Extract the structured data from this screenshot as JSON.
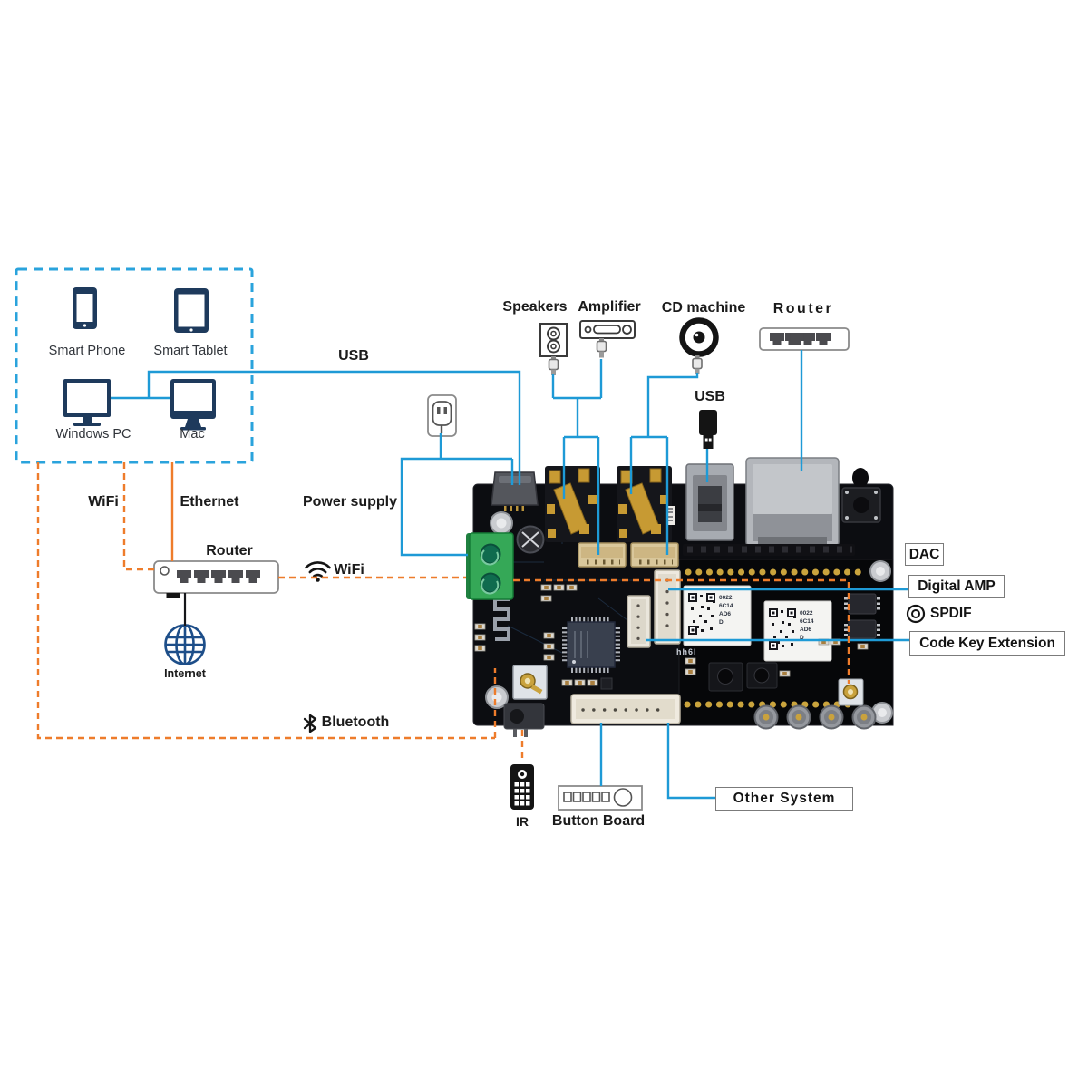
{
  "colors": {
    "blue": "#1e9ad6",
    "orange": "#ee7c2b",
    "boxblue": "#2aa3dc",
    "navy": "#1e3a5c",
    "globe": "#1d4e89"
  },
  "device_box": {
    "smart_phone": "Smart Phone",
    "smart_tablet": "Smart Tablet",
    "windows_pc": "Windows PC",
    "mac": "Mac"
  },
  "connections": {
    "usb_top": "USB",
    "usb_right": "USB",
    "wifi_left": "WiFi",
    "wifi_mid": "WiFi",
    "ethernet": "Ethernet",
    "power_supply": "Power supply",
    "bluetooth": "Bluetooth"
  },
  "peripherals": {
    "speakers": "Speakers",
    "amplifier": "Amplifier",
    "cd_machine": "CD machine",
    "router_top": "Router",
    "ir": "IR",
    "button_board": "Button Board"
  },
  "network": {
    "router_left": "Router",
    "internet": "Internet"
  },
  "board_labels": {
    "dac": "DAC",
    "digital_amp": "Digital AMP",
    "spdif": "SPDIF",
    "code_key_extension": "Code Key Extension",
    "other_system": "Other System"
  },
  "board": {
    "module_code": [
      "0022",
      "6C14",
      "AD6",
      "D"
    ],
    "silkscreen": "hh6I"
  }
}
